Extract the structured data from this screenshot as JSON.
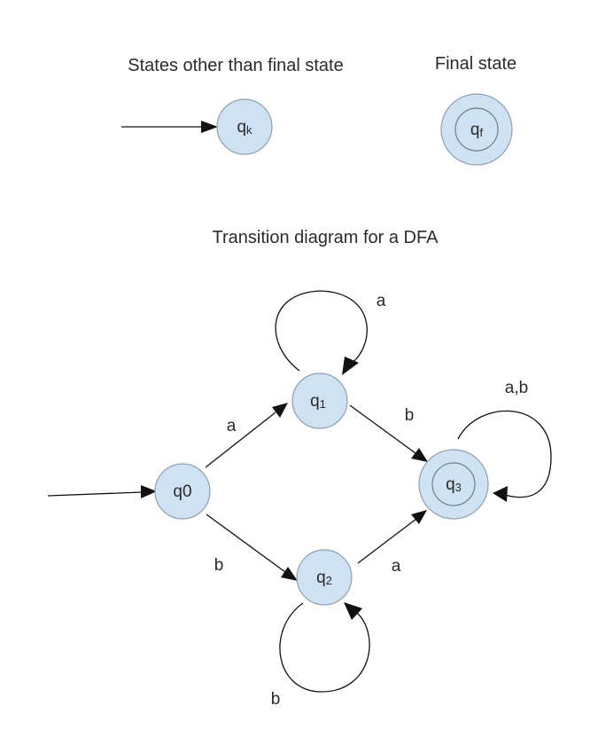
{
  "legend": {
    "non_final_heading": "States other than final state",
    "final_heading": "Final state",
    "non_final_state": {
      "base": "q",
      "sub": "k"
    },
    "final_state": {
      "base": "q",
      "sub": "f"
    }
  },
  "dfa": {
    "title": "Transition diagram for a DFA",
    "states": [
      {
        "id": "q0",
        "base": "q",
        "sub": "0",
        "start": true,
        "final": false
      },
      {
        "id": "q1",
        "base": "q",
        "sub": "1",
        "start": false,
        "final": false
      },
      {
        "id": "q2",
        "base": "q",
        "sub": "2",
        "start": false,
        "final": false
      },
      {
        "id": "q3",
        "base": "q",
        "sub": "3",
        "start": false,
        "final": true
      }
    ],
    "transitions": [
      {
        "from": "q0",
        "to": "q1",
        "label": "a"
      },
      {
        "from": "q0",
        "to": "q2",
        "label": "b"
      },
      {
        "from": "q1",
        "to": "q1",
        "label": "a"
      },
      {
        "from": "q1",
        "to": "q3",
        "label": "b"
      },
      {
        "from": "q2",
        "to": "q2",
        "label": "b"
      },
      {
        "from": "q2",
        "to": "q3",
        "label": "a"
      },
      {
        "from": "q3",
        "to": "q3",
        "label": "a,b"
      }
    ]
  },
  "colors": {
    "state_fill": "#cfe2f3",
    "state_stroke": "#8f9faf",
    "edge": "#111111",
    "text": "#2b2b2b"
  }
}
